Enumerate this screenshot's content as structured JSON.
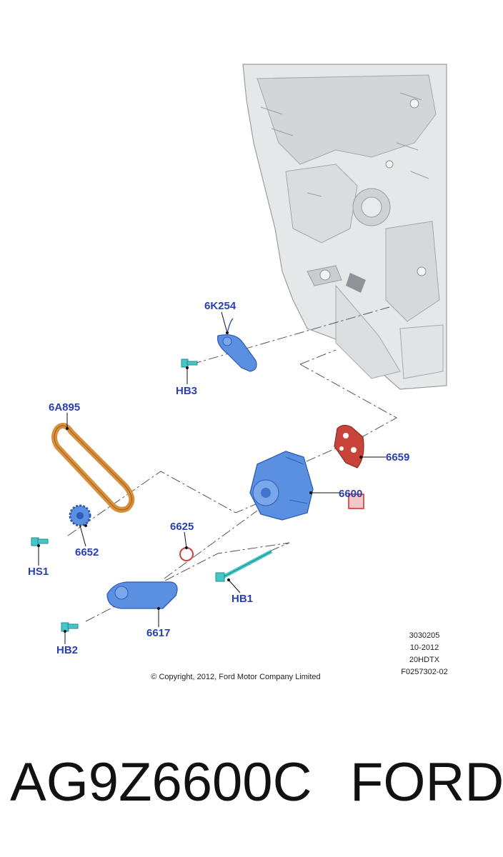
{
  "diagram": {
    "labels": {
      "p6K254": "6K254",
      "pHB3": "HB3",
      "p6A895": "6A895",
      "p6659": "6659",
      "p6600": "6600",
      "p6652": "6652",
      "pHS1": "HS1",
      "p6625": "6625",
      "pHB1": "HB1",
      "p6617": "6617",
      "pHB2": "HB2"
    },
    "meta": {
      "line1": "3030205",
      "line2": "10-2012",
      "line3": "20HDTX",
      "line4": "F0257302-02"
    },
    "copyright": "© Copyright, 2012, Ford Motor Company Limited",
    "colors": {
      "part_blue": "#5b8fe0",
      "gasket_red": "#c8443a",
      "belt_orange": "#d9903c",
      "bolt_teal": "#46c6c8",
      "label_blue": "#2a3fb0",
      "engine_grey": "#e6e7e9"
    }
  },
  "caption": {
    "part_number": "AG9Z6600C",
    "brand": "FORD"
  }
}
